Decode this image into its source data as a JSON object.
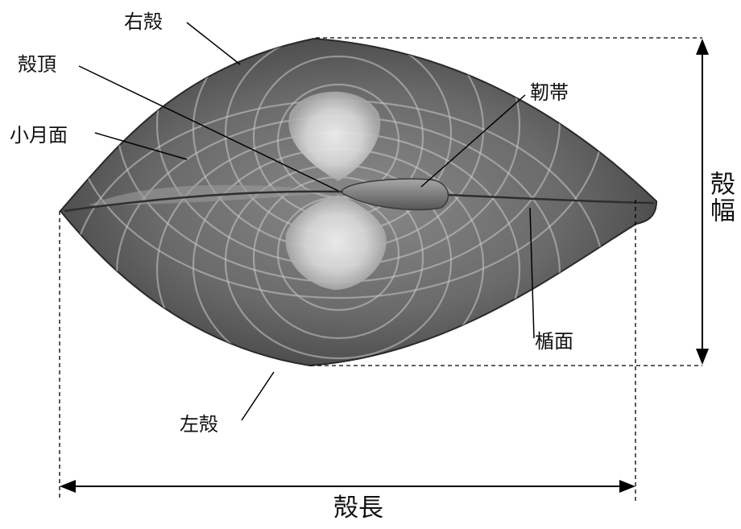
{
  "labels": {
    "right_valve": "右殻",
    "umbo": "殻頂",
    "ligament": "靭帯",
    "lunule": "小月面",
    "escutcheon": "楯面",
    "left_valve": "左殻",
    "shell_height": "殻幅",
    "shell_length": "殻長"
  }
}
